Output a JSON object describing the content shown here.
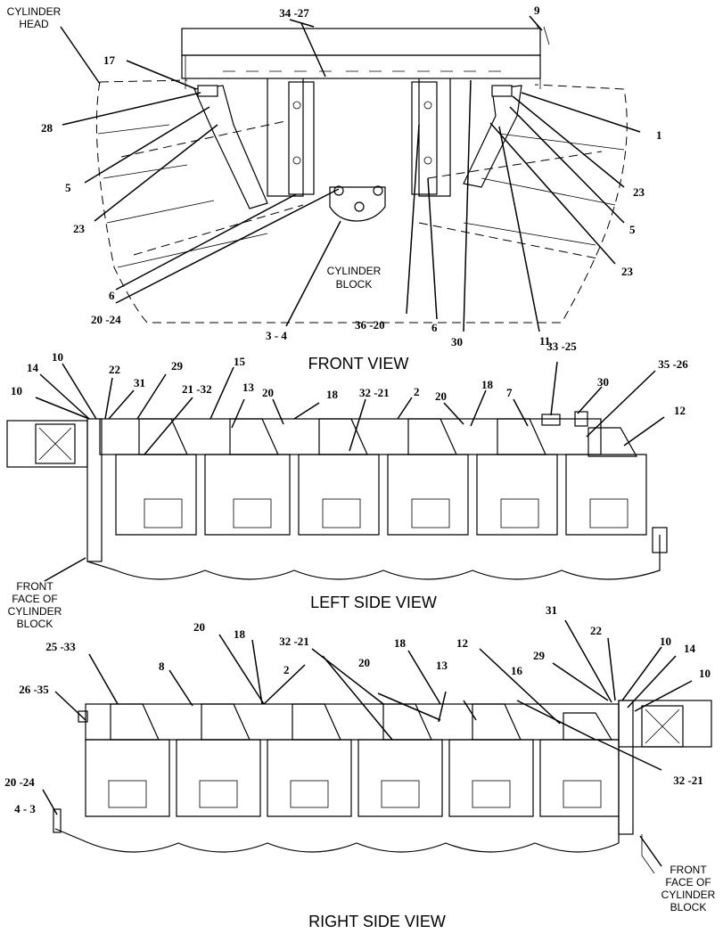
{
  "views": {
    "front": "FRONT VIEW",
    "left": "LEFT SIDE VIEW",
    "right": "RIGHT SIDE VIEW"
  },
  "notes": {
    "cyl_head_1": "CYLINDER",
    "cyl_head_2": "HEAD",
    "cyl_block_1": "CYLINDER",
    "cyl_block_2": "BLOCK",
    "ff_1": "FRONT",
    "ff_2": "FACE OF",
    "ff_3": "CYLINDER",
    "ff_4": "BLOCK"
  },
  "front_callouts": {
    "c34_27": "34 -27",
    "c9": "9",
    "c17": "17",
    "c28": "28",
    "c1": "1",
    "c5a": "5",
    "c23a": "23",
    "c23b": "23",
    "c5b": "5",
    "c23c": "23",
    "c6a": "6",
    "c20_24": "20 -24",
    "c3_4": "3 - 4",
    "c36_20": "36 -20",
    "c6b": "6",
    "c30": "30",
    "c11": "11"
  },
  "left_callouts": {
    "c14": "14",
    "c10a": "10",
    "c22": "22",
    "c29": "29",
    "c15": "15",
    "c10b": "10",
    "c31": "31",
    "c21_32": "21 -32",
    "c13": "13",
    "c20a": "20",
    "c18a": "18",
    "c32_21": "32 -21",
    "c2": "2",
    "c20b": "20",
    "c18b": "18",
    "c7": "7",
    "c33_25": "33 -25",
    "c30": "30",
    "c35_26": "35 -26",
    "c12": "12"
  },
  "right_callouts": {
    "c31": "31",
    "c22": "22",
    "c20a": "20",
    "c18a": "18",
    "c32_21a": "32 -21",
    "c18b": "18",
    "c12": "12",
    "c29": "29",
    "c10a": "10",
    "c14": "14",
    "c25_33": "25 -33",
    "c8": "8",
    "c2": "2",
    "c20b": "20",
    "c13": "13",
    "c16": "16",
    "c10b": "10",
    "c26_35": "26 -35",
    "c32_21b": "32 -21",
    "c20_24": "20 -24",
    "c4_3": "4 - 3"
  }
}
